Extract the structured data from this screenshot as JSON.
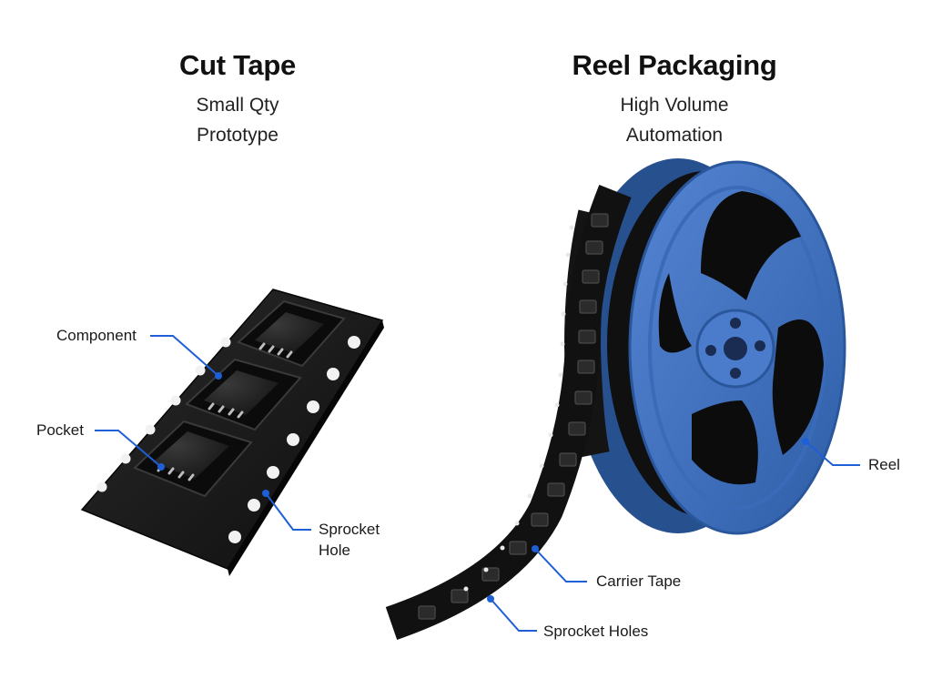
{
  "left": {
    "title": "Cut Tape",
    "subtitle_1": "Small Qty",
    "subtitle_2": "Prototype",
    "labels": {
      "component": "Component",
      "pocket": "Pocket",
      "sprocket_hole_1": "Sprocket",
      "sprocket_hole_2": "Hole"
    }
  },
  "right": {
    "title": "Reel Packaging",
    "subtitle_1": "High Volume",
    "subtitle_2": "Automation",
    "labels": {
      "reel": "Reel",
      "carrier_tape": "Carrier Tape",
      "sprocket_holes": "Sprocket Holes"
    }
  },
  "colors": {
    "reel_blue": "#3d6fbf",
    "reel_dark": "#27508f",
    "tape_black": "#151515",
    "callout_line": "#1f5fd6"
  }
}
